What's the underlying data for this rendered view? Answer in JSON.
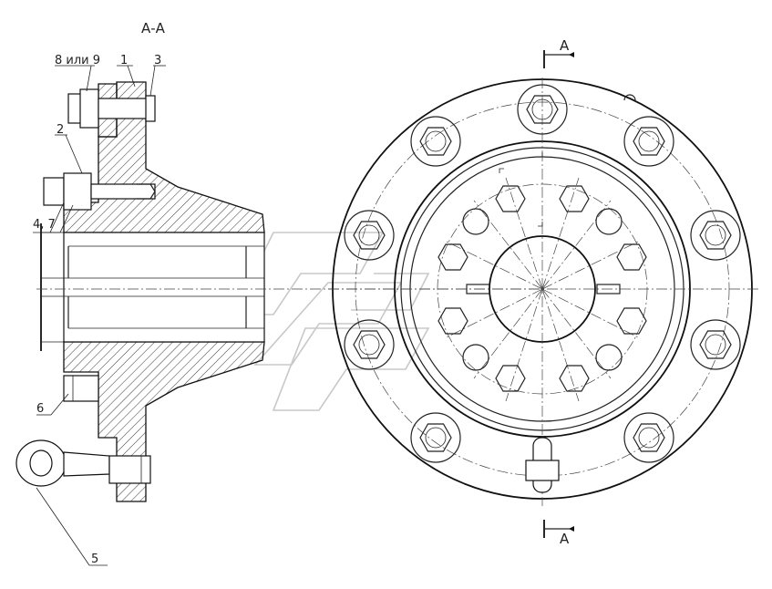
{
  "section_title": "А-А",
  "labels": {
    "part_8_or_9": "8 или 9",
    "part_1": "1",
    "part_3": "3",
    "part_2": "2",
    "part_4_7": "4, 7",
    "part_6": "6",
    "part_5": "5",
    "cut_top": "А",
    "cut_bottom": "А"
  },
  "colors": {
    "line": "#111111",
    "hatch": "#222222",
    "watermark": "#c8c8c8"
  },
  "icons": {
    "watermark": "stylized-logo-watermark",
    "cut_arrow": "section-arrow"
  }
}
